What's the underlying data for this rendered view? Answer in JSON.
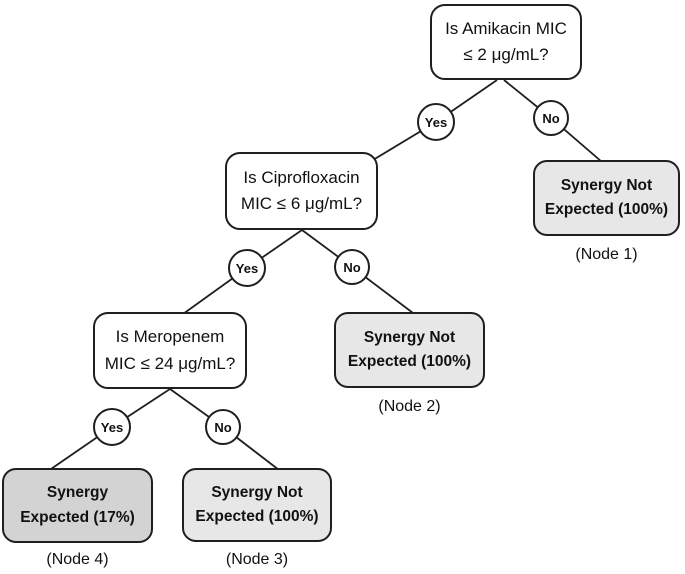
{
  "figure": {
    "type": "decision-tree",
    "colors": {
      "line": "#1f1f1f",
      "question_fill": "#ffffff",
      "outcome_fill_light": "#e7e7e7",
      "outcome_fill_dark": "#d3d3d3",
      "text": "#111111"
    },
    "branch_labels": {
      "yes": "Yes",
      "no": "No"
    },
    "questions": {
      "amikacin": {
        "line1": "Is Amikacin MIC",
        "line2": "≤ 2 μg/mL?"
      },
      "ciprofloxacin": {
        "line1": "Is Ciprofloxacin",
        "line2": "MIC ≤ 6 μg/mL?"
      },
      "meropenem": {
        "line1": "Is Meropenem",
        "line2": "MIC ≤ 24 μg/mL?"
      }
    },
    "outcomes": {
      "node1": {
        "line1": "Synergy Not",
        "line2": "Expected (100%)",
        "caption": "(Node 1)",
        "fill": "#e7e7e7"
      },
      "node2": {
        "line1": "Synergy Not",
        "line2": "Expected (100%)",
        "caption": "(Node 2)",
        "fill": "#e7e7e7"
      },
      "node3": {
        "line1": "Synergy Not",
        "line2": "Expected (100%)",
        "caption": "(Node 3)",
        "fill": "#e7e7e7"
      },
      "node4": {
        "line1": "Synergy",
        "line2": "Expected (17%)",
        "caption": "(Node 4)",
        "fill": "#d3d3d3"
      }
    },
    "edges": [
      {
        "from": "amikacin",
        "label": "Yes",
        "to": "ciprofloxacin"
      },
      {
        "from": "amikacin",
        "label": "No",
        "to": "node1"
      },
      {
        "from": "ciprofloxacin",
        "label": "Yes",
        "to": "meropenem"
      },
      {
        "from": "ciprofloxacin",
        "label": "No",
        "to": "node2"
      },
      {
        "from": "meropenem",
        "label": "Yes",
        "to": "node4"
      },
      {
        "from": "meropenem",
        "label": "No",
        "to": "node3"
      }
    ]
  }
}
